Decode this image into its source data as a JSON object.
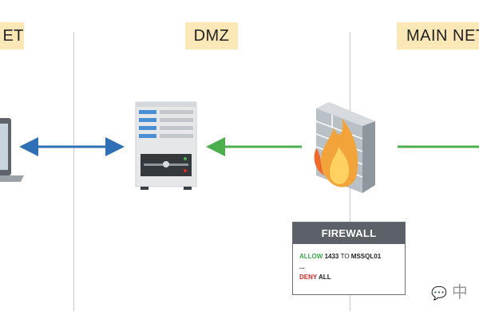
{
  "zones": {
    "internet": "ET",
    "dmz": "DMZ",
    "main": "MAIN NET"
  },
  "firewall_panel": {
    "title": "FIREWALL",
    "rule1": {
      "action": "ALLOW",
      "port": "1433",
      "to": "TO",
      "target": "MSSQL01"
    },
    "ellipsis": "...",
    "rule2": {
      "action": "DENY",
      "target": "ALL"
    }
  },
  "watermark": {
    "text": "中"
  },
  "colors": {
    "zone_label_bg": "#fbe8b6",
    "bidirectional_arrow": "#2f6fb5",
    "flow_arrow": "#4cae4c",
    "allow": "#3aa84a",
    "deny": "#d42a2a",
    "firewall_header": "#5b6166"
  },
  "icons": {
    "client": "laptop-icon",
    "server": "server-icon",
    "firewall": "firewall-icon"
  }
}
